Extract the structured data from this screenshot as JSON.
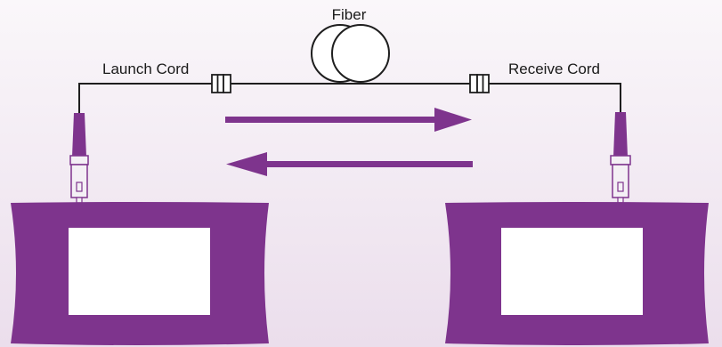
{
  "labels": {
    "fiber": "Fiber",
    "launch_cord": "Launch Cord",
    "receive_cord": "Receive Cord"
  },
  "colors": {
    "purple": "#7e348d",
    "background_top": "#f9f5f9",
    "background_bottom": "#ece0ed",
    "cable": "#1e1e1e",
    "screen": "#ffffff"
  },
  "icons": [
    "fiber-spool-icon",
    "connector-icon",
    "arrow-right-icon",
    "arrow-left-icon",
    "otdr-device-icon"
  ]
}
